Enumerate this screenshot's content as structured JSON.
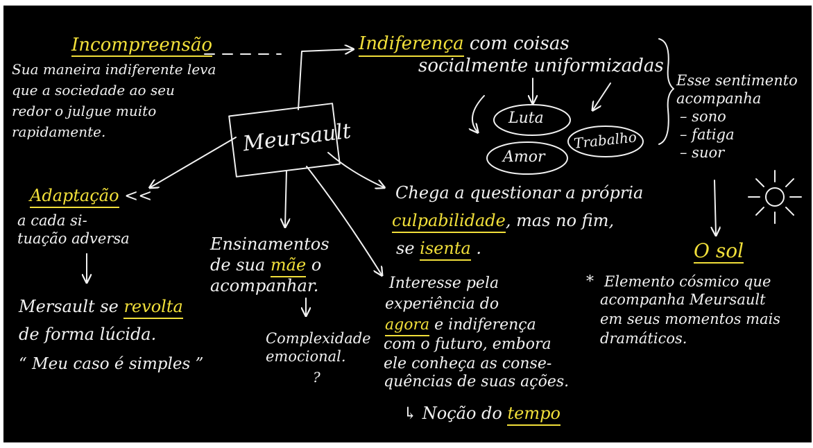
{
  "colors": {
    "background": "#000000",
    "ink": "#f2f2f2",
    "highlight": "#f2e03a"
  },
  "center": "Meursault",
  "incompreensao": {
    "title": "Incompreensão",
    "lines": [
      "Sua maneira indiferente leva",
      "que a sociedade ao seu",
      "redor o julgue muito",
      "rapidamente."
    ]
  },
  "indiferenca": {
    "title": "Indiferença",
    "rest_line1": "com coisas",
    "line2": "socialmente uniformizadas",
    "ovals": [
      "Luta",
      "Amor",
      "Trabalho"
    ]
  },
  "sentimento": {
    "lines": [
      "Esse sentimento",
      "acompanha"
    ],
    "items": [
      "– sono",
      "– fatiga",
      "– suor"
    ]
  },
  "sol": {
    "title": "O sol",
    "star": "*",
    "lines": [
      "Elemento cósmico que",
      "acompanha Meursault",
      "em seus momentos mais",
      "dramáticos."
    ]
  },
  "adaptacao": {
    "title": "Adaptação",
    "marks": "<<",
    "lines": [
      "a cada si-",
      "tuação adversa"
    ]
  },
  "revolta": {
    "pre": "Mersault se",
    "word": "revolta",
    "line2": "de forma lúcida.",
    "quote": "“ Meu caso é simples ”"
  },
  "mae": {
    "line1": "Ensinamentos",
    "pre2": "de sua",
    "word": "mãe",
    "post2": "o",
    "line3": "acompanhar."
  },
  "complexidade": {
    "lines": [
      "Complexidade",
      "emocional."
    ],
    "mark": "?"
  },
  "culpabilidade": {
    "line1": "Chega a questionar a própria",
    "word1": "culpabilidade",
    "post2": ", mas no fim,",
    "pre3": "se",
    "word2": "isenta",
    "post3": "."
  },
  "interesse": {
    "line1": "Interesse pela",
    "line2": "experiência do",
    "word": "agora",
    "post3": "e indiferença",
    "line4": "com o futuro, embora",
    "line5": "ele conheça as conse-",
    "line6": "quências de suas ações.",
    "arrow": "↳",
    "nocao": "Noção do",
    "word2": "tempo"
  }
}
